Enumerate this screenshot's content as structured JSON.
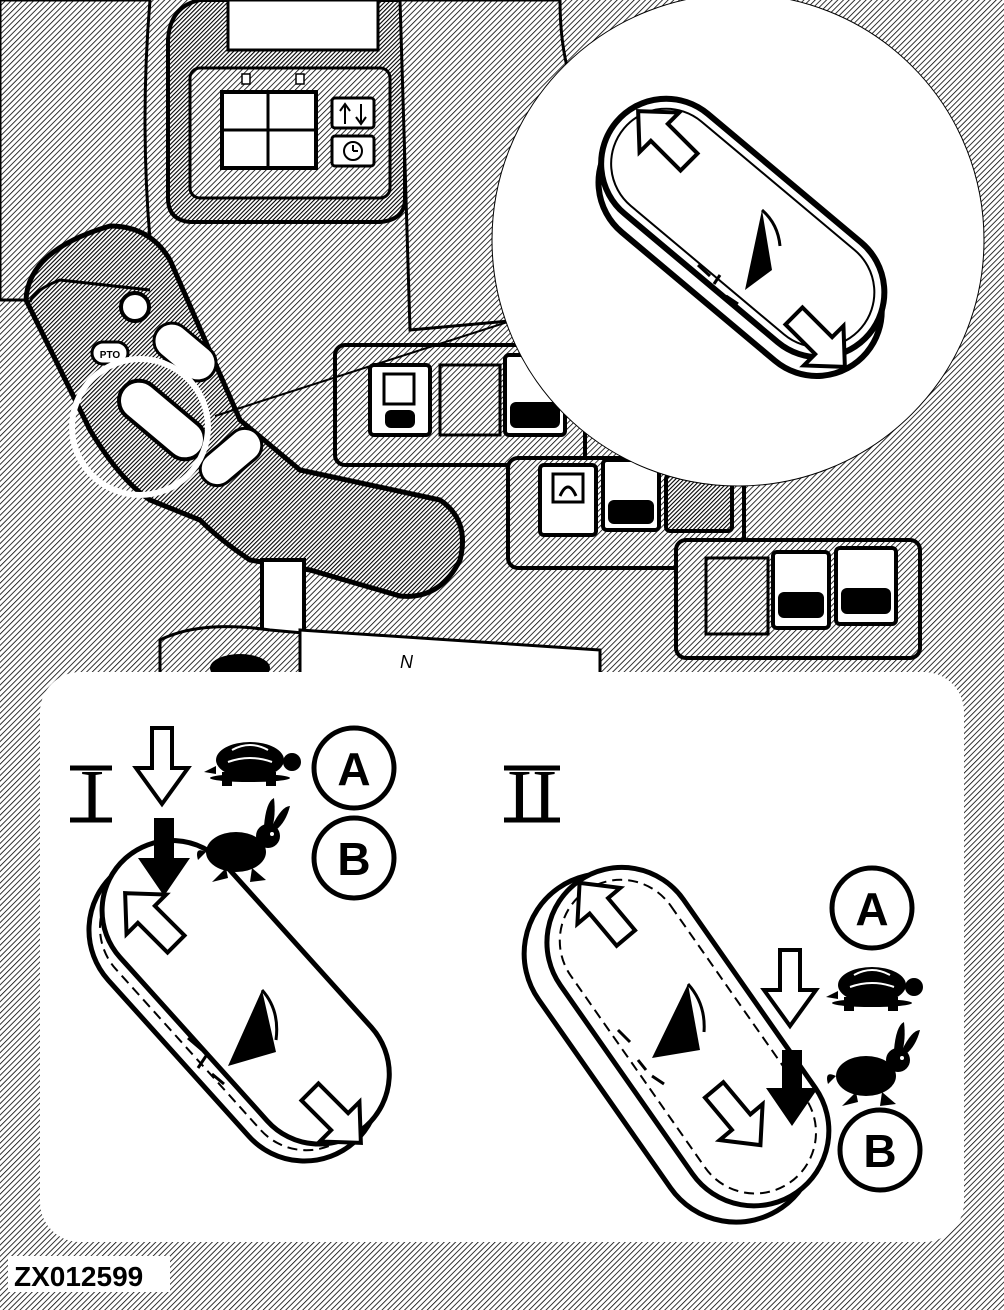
{
  "labels": {
    "panel1_numeral": "I",
    "panel2_numeral": "II",
    "callout_a": "A",
    "callout_b": "B",
    "console_lever_n": "N",
    "rocker_button_badge": "PTO",
    "figure_code": "ZX012599"
  },
  "icons": {
    "slow_speed": "turtle-icon",
    "fast_speed": "rabbit-icon",
    "press_direction": "arrow-down-icon",
    "raise": "arrow-up-left-icon",
    "lower": "arrow-down-right-icon"
  },
  "colors": {
    "ink": "#000000",
    "paper": "#ffffff",
    "halftone": "#c8c8c8"
  }
}
